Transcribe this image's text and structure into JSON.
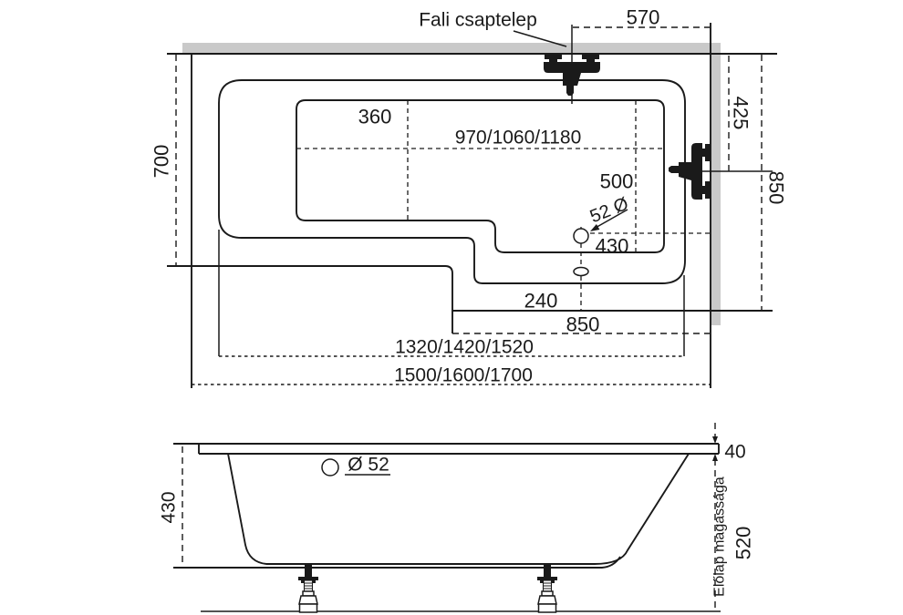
{
  "title": "Bathtub technical drawing",
  "top_view": {
    "wall_tap_label": "Fali csaptelep",
    "dim_tap_offset": "570",
    "dim_tap_height": "425",
    "dim_width_right": "850",
    "dim_width_left": "700",
    "dim_seat_width": "360",
    "dim_inner_length": "970/1060/1180",
    "dim_drain_vertical": "500",
    "drain_diameter": "52 Ø",
    "dim_drain_offset": "430",
    "dim_step_height": "240",
    "dim_right_section": "850",
    "dim_rim_length": "1320/1420/1520",
    "dim_total_length": "1500/1600/1700"
  },
  "side_view": {
    "dim_depth": "430",
    "overflow_diameter": "Ø 52",
    "dim_rim_thickness": "40",
    "dim_panel_height": "520",
    "panel_height_label": "Előlap magassága"
  },
  "colors": {
    "line": "#1a1a1a",
    "wall_fill": "#c9c9c9",
    "background": "#ffffff"
  }
}
